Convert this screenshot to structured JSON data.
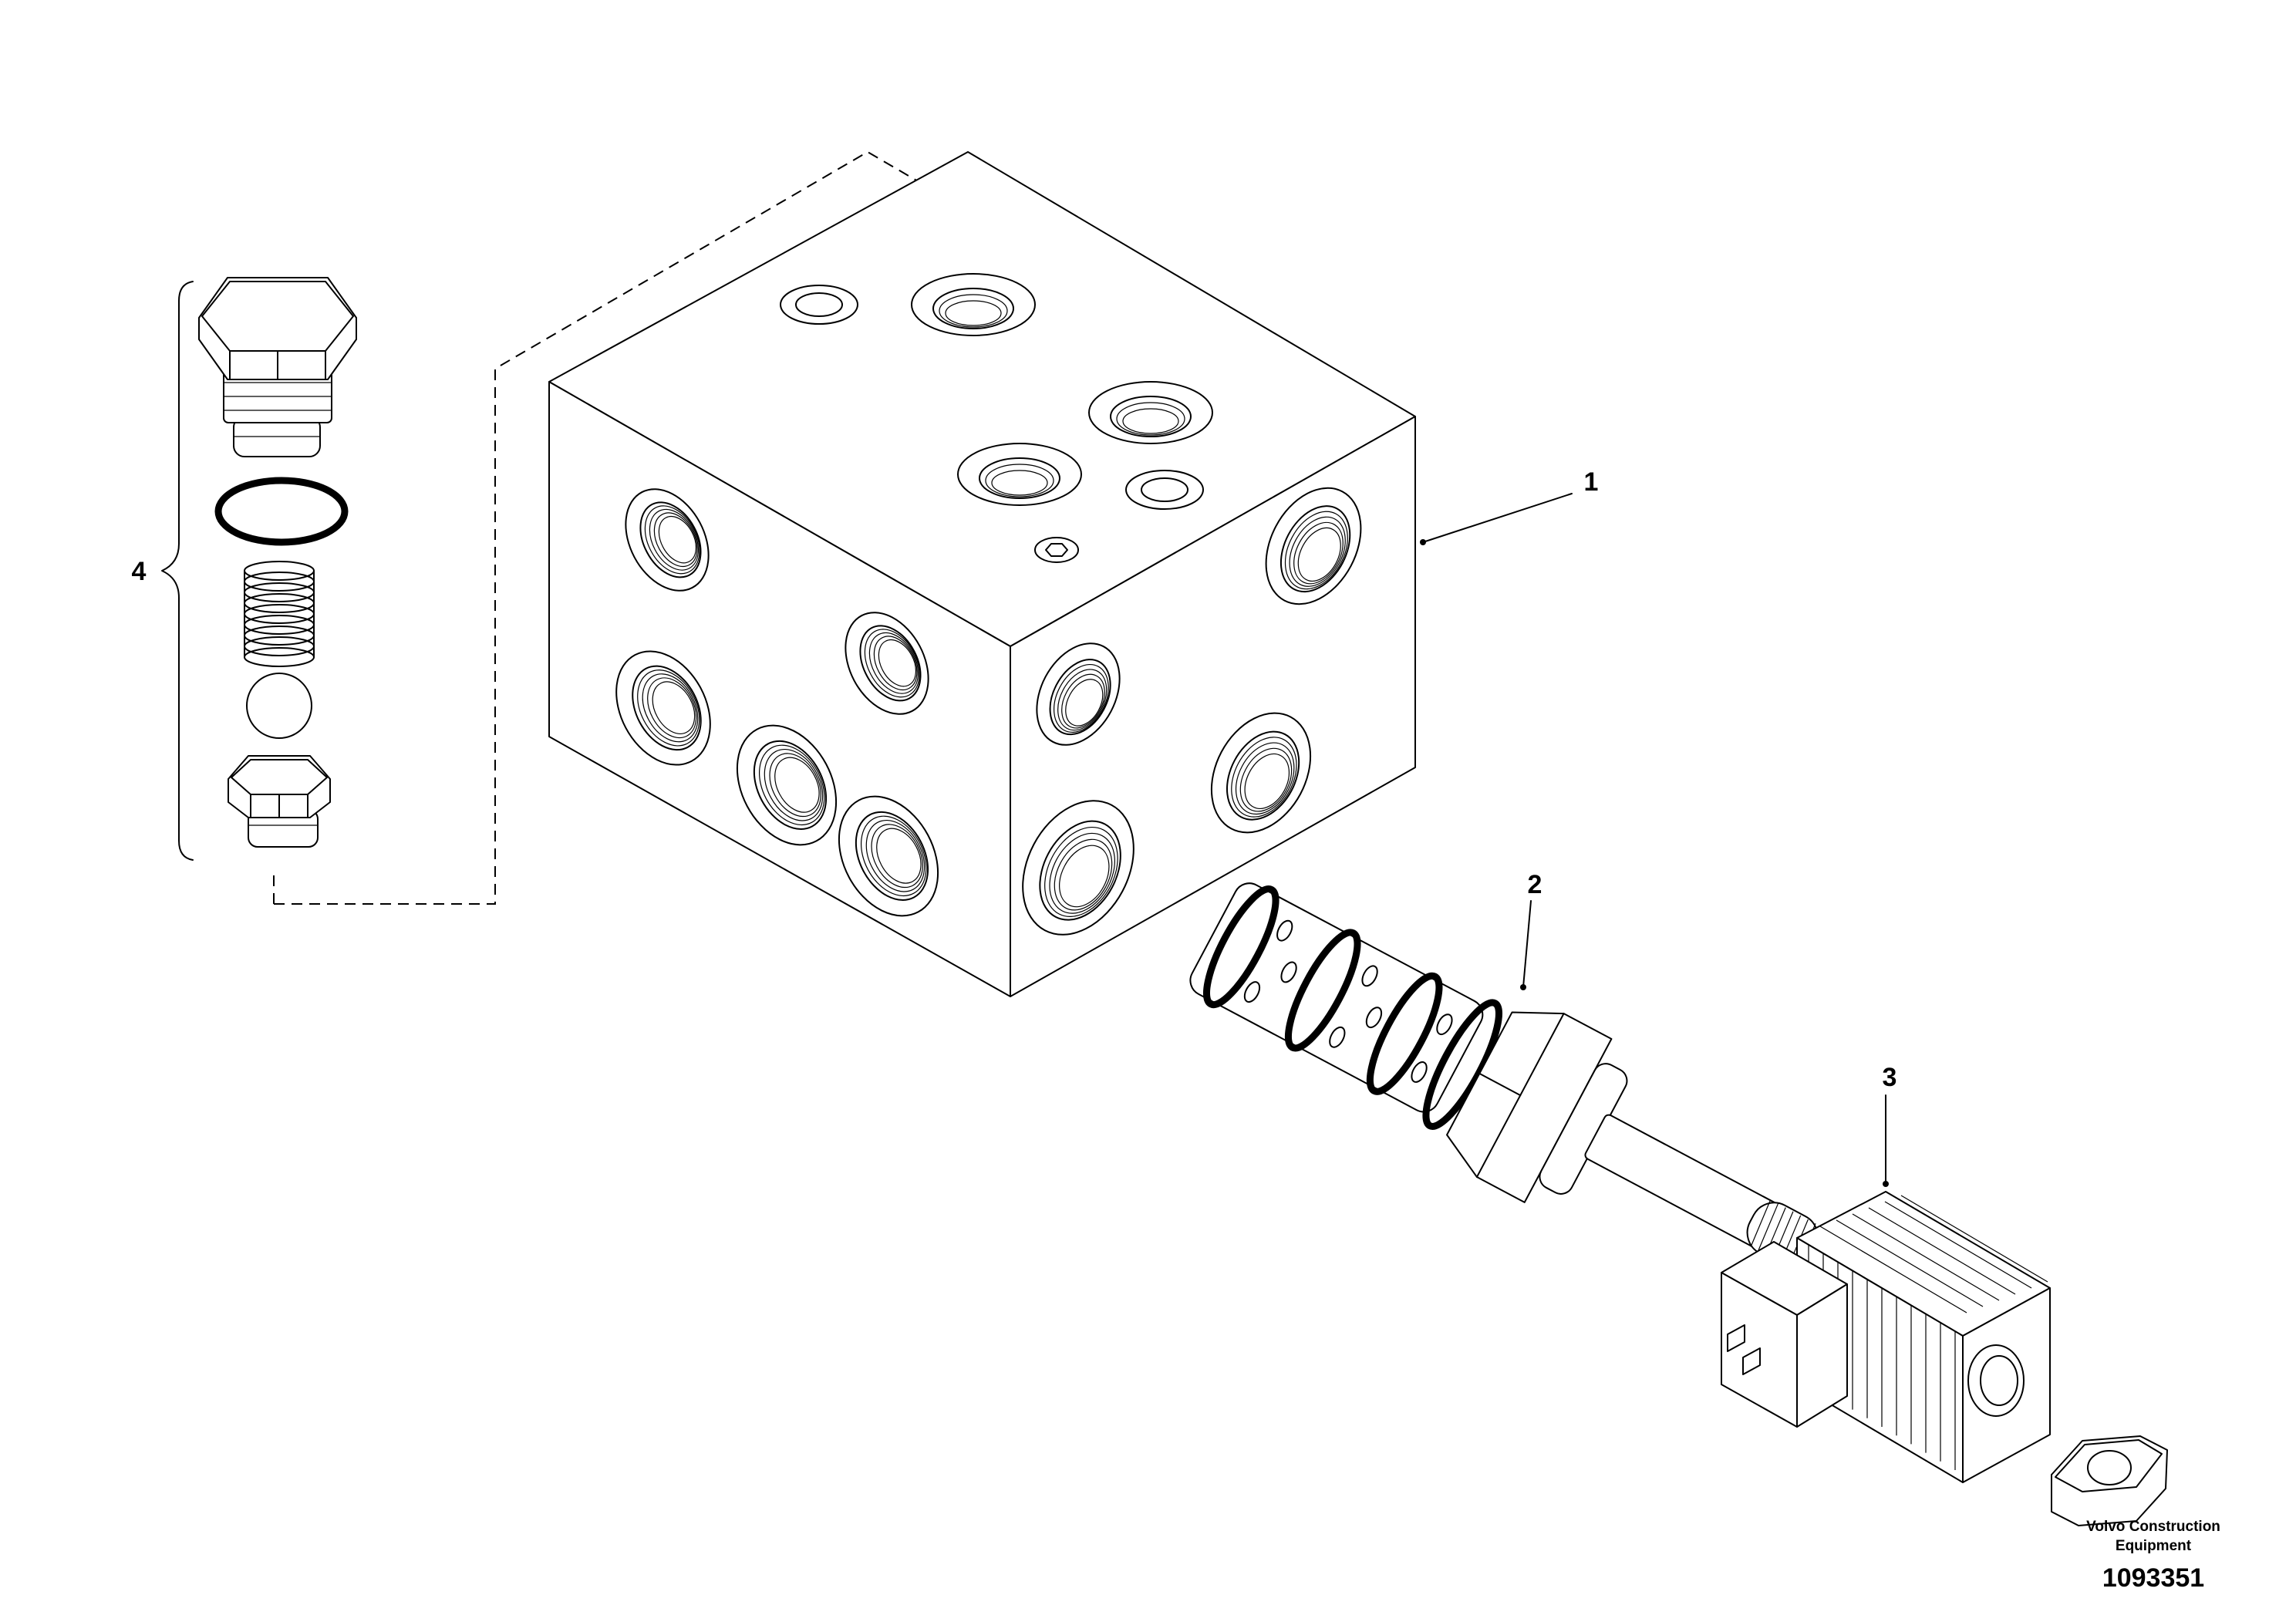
{
  "callouts": [
    {
      "label": "1",
      "part": "valve-block"
    },
    {
      "label": "2",
      "part": "solenoid-cartridge-valve"
    },
    {
      "label": "3",
      "part": "solenoid-coil"
    },
    {
      "label": "4",
      "part": "check-valve-kit"
    }
  ],
  "footer": {
    "brand_line1": "Volvo Construction",
    "brand_line2": "Equipment",
    "drawing_number": "1093351"
  }
}
